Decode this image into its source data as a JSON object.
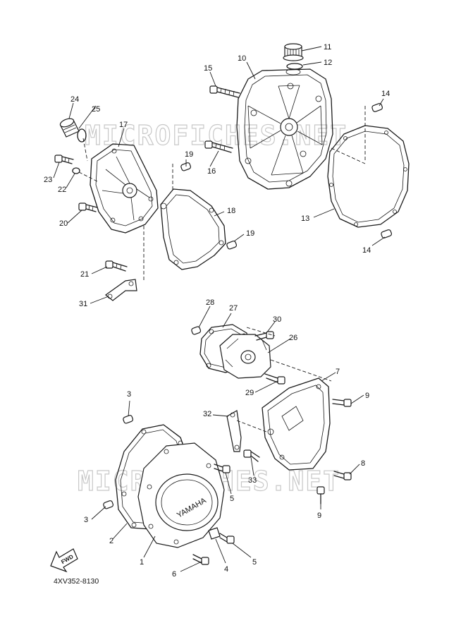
{
  "diagram_code": "4XV352-8130",
  "watermark": "MICROFICHES.NET",
  "cover_brand": "YAMAHA",
  "fwd_label": "FWD",
  "callouts": [
    {
      "id": "c1",
      "label": "1"
    },
    {
      "id": "c2",
      "label": "2"
    },
    {
      "id": "c3a",
      "label": "3"
    },
    {
      "id": "c3b",
      "label": "3"
    },
    {
      "id": "c4",
      "label": "4"
    },
    {
      "id": "c5a",
      "label": "5"
    },
    {
      "id": "c5b",
      "label": "5"
    },
    {
      "id": "c6",
      "label": "6"
    },
    {
      "id": "c7",
      "label": "7"
    },
    {
      "id": "c8",
      "label": "8"
    },
    {
      "id": "c9a",
      "label": "9"
    },
    {
      "id": "c9b",
      "label": "9"
    },
    {
      "id": "c10",
      "label": "10"
    },
    {
      "id": "c11",
      "label": "11"
    },
    {
      "id": "c12",
      "label": "12"
    },
    {
      "id": "c13",
      "label": "13"
    },
    {
      "id": "c14a",
      "label": "14"
    },
    {
      "id": "c14b",
      "label": "14"
    },
    {
      "id": "c15",
      "label": "15"
    },
    {
      "id": "c16",
      "label": "16"
    },
    {
      "id": "c17",
      "label": "17"
    },
    {
      "id": "c18",
      "label": "18"
    },
    {
      "id": "c19a",
      "label": "19"
    },
    {
      "id": "c19b",
      "label": "19"
    },
    {
      "id": "c20",
      "label": "20"
    },
    {
      "id": "c21",
      "label": "21"
    },
    {
      "id": "c22",
      "label": "22"
    },
    {
      "id": "c23",
      "label": "23"
    },
    {
      "id": "c24",
      "label": "24"
    },
    {
      "id": "c25",
      "label": "25"
    },
    {
      "id": "c26",
      "label": "26"
    },
    {
      "id": "c27",
      "label": "27"
    },
    {
      "id": "c28",
      "label": "28"
    },
    {
      "id": "c29",
      "label": "29"
    },
    {
      "id": "c30",
      "label": "30"
    },
    {
      "id": "c31",
      "label": "31"
    },
    {
      "id": "c32",
      "label": "32"
    },
    {
      "id": "c33",
      "label": "33"
    }
  ]
}
